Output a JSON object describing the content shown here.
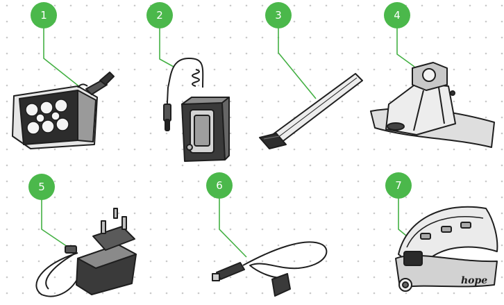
{
  "colors": {
    "badge_green": "#4bb84b",
    "callout_line": "#43b043",
    "dot_grid": "#c9c9c9",
    "line_art": "#1e1e1e",
    "fill_grey": "#d9d9d9",
    "fill_dark": "#4a4a4a"
  },
  "callouts": [
    {
      "number": "1",
      "part": "light-head-icon"
    },
    {
      "number": "2",
      "part": "battery-pack-icon"
    },
    {
      "number": "3",
      "part": "strap-icon"
    },
    {
      "number": "4",
      "part": "helmet-mount-icon"
    },
    {
      "number": "5",
      "part": "charger-icon"
    },
    {
      "number": "6",
      "part": "extension-cable-icon"
    },
    {
      "number": "7",
      "part": "head-strap-icon"
    }
  ],
  "brand_mark": "hope"
}
